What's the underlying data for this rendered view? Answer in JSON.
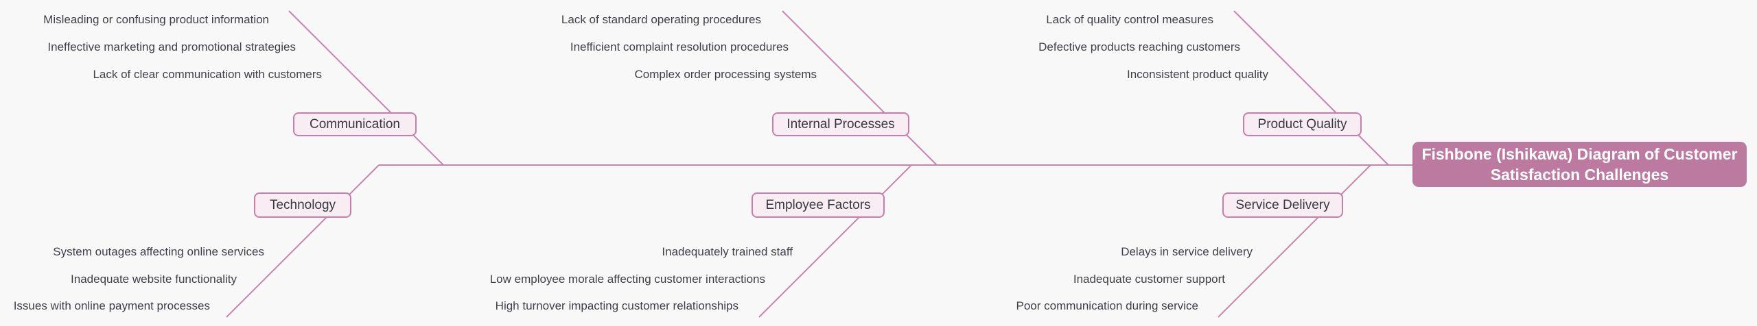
{
  "diagram": {
    "type": "fishbone",
    "title": "Fishbone (Ishikawa) Diagram of Customer Satisfaction Challenges"
  },
  "colors": {
    "background": "#f9f8f9",
    "branch_line": "#c883a9",
    "category_fill": "#f9edf4",
    "category_border": "#ca7da6",
    "category_text": "#38383f",
    "cause_text": "#3f3f46",
    "head_fill": "#bd7aa1",
    "head_text": "#ffffff"
  },
  "branches": [
    {
      "label": "Communication",
      "side": "top",
      "causes": [
        "Misleading or confusing product information",
        "Ineffective marketing and promotional strategies",
        "Lack of clear communication with customers"
      ]
    },
    {
      "label": "Internal Processes",
      "side": "top",
      "causes": [
        "Lack of standard operating procedures",
        "Inefficient complaint resolution procedures",
        "Complex order processing systems"
      ]
    },
    {
      "label": "Product Quality",
      "side": "top",
      "causes": [
        "Lack of quality control measures",
        "Defective products reaching customers",
        "Inconsistent product quality"
      ]
    },
    {
      "label": "Technology",
      "side": "bottom",
      "causes": [
        "System outages affecting online services",
        "Inadequate website functionality",
        "Issues with online payment processes"
      ]
    },
    {
      "label": "Employee Factors",
      "side": "bottom",
      "causes": [
        "Inadequately trained staff",
        "Low employee morale affecting customer interactions",
        "High turnover impacting customer relationships"
      ]
    },
    {
      "label": "Service Delivery",
      "side": "bottom",
      "causes": [
        "Delays in service delivery",
        "Inadequate customer support",
        "Poor communication during service"
      ]
    }
  ]
}
